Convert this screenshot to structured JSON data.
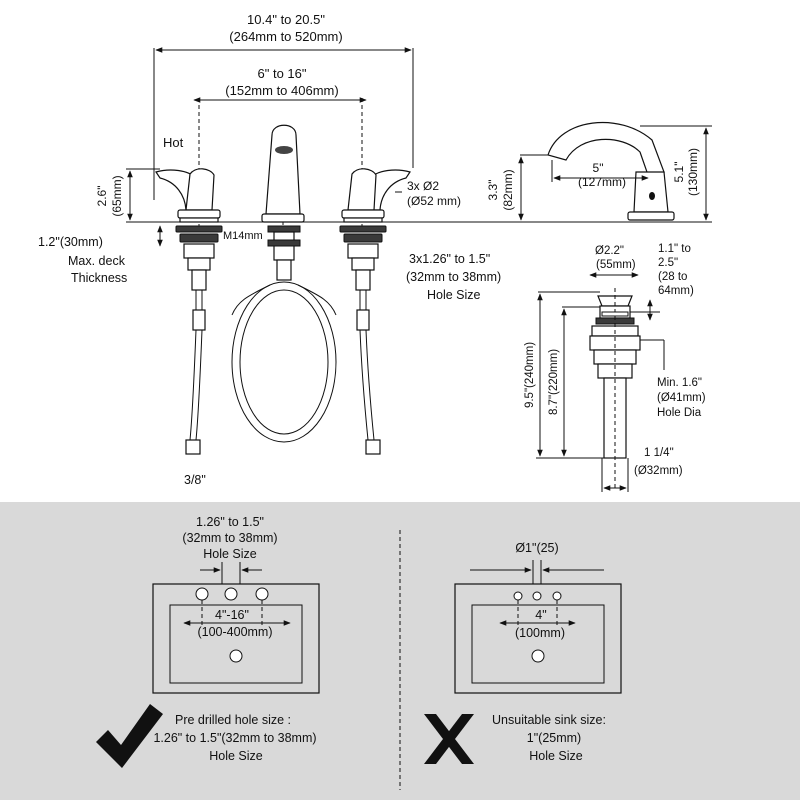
{
  "colors": {
    "panel_bg": "#d9d9d9",
    "line": "#111111",
    "background": "#ffffff"
  },
  "faucet_top": {
    "width_range": "10.4\" to 20.5\"",
    "width_range_mm": "(264mm to 520mm)",
    "center_range": "6\" to 16\"",
    "center_range_mm": "(152mm to 406mm)",
    "hot_label": "Hot",
    "handle_height": "2.6\"",
    "handle_height_mm": "(65mm)",
    "escutcheon": "3x Ø2",
    "escutcheon_mm": "(Ø52 mm)",
    "thread": "M14mm",
    "deck_thickness": "1.2\"(30mm)",
    "deck_label_1": "Max. deck",
    "deck_label_2": "Thickness",
    "hole_size_line1": "3x1.26\" to 1.5\"",
    "hole_size_line2": "(32mm to 38mm)",
    "hole_size_line3": "Hole Size",
    "supply": "3/8\""
  },
  "spout_side": {
    "spout_height": "3.3\"",
    "spout_height_mm": "(82mm)",
    "reach": "5\"",
    "reach_mm": "(127mm)",
    "total_height": "5.1\"",
    "total_height_mm": "(130mm)"
  },
  "drain": {
    "flange_dia": "Ø2.2\"",
    "flange_dia_mm": "(55mm)",
    "deck_range_1": "1.1\" to",
    "deck_range_2": "2.5\"",
    "deck_range_3": "(28 to",
    "deck_range_4": "64mm)",
    "total_length": "9.5\"(240mm)",
    "body_length": "8.7\"(220mm)",
    "min_hole_1": "Min. 1.6\"",
    "min_hole_2": "(Ø41mm)",
    "min_hole_3": "Hole Dia",
    "tail_dia": "1 1/4\"",
    "tail_dia_mm": "(Ø32mm)"
  },
  "sink_ok": {
    "hole_top_1": "1.26\" to 1.5\"",
    "hole_top_2": "(32mm to 38mm)",
    "hole_top_3": "Hole Size",
    "spacing": "4\"-16\"",
    "spacing_mm": "(100-400mm)",
    "caption_1": "Pre drilled hole size :",
    "caption_2": "1.26\" to 1.5\"(32mm to 38mm)",
    "caption_3": "Hole Size",
    "icon": "check-icon"
  },
  "sink_bad": {
    "hole_top": "Ø1\"(25)",
    "spacing": "4\"",
    "spacing_mm": "(100mm)",
    "caption_1": "Unsuitable sink size:",
    "caption_2": "1\"(25mm)",
    "caption_3": "Hole Size",
    "icon": "cross-icon"
  }
}
